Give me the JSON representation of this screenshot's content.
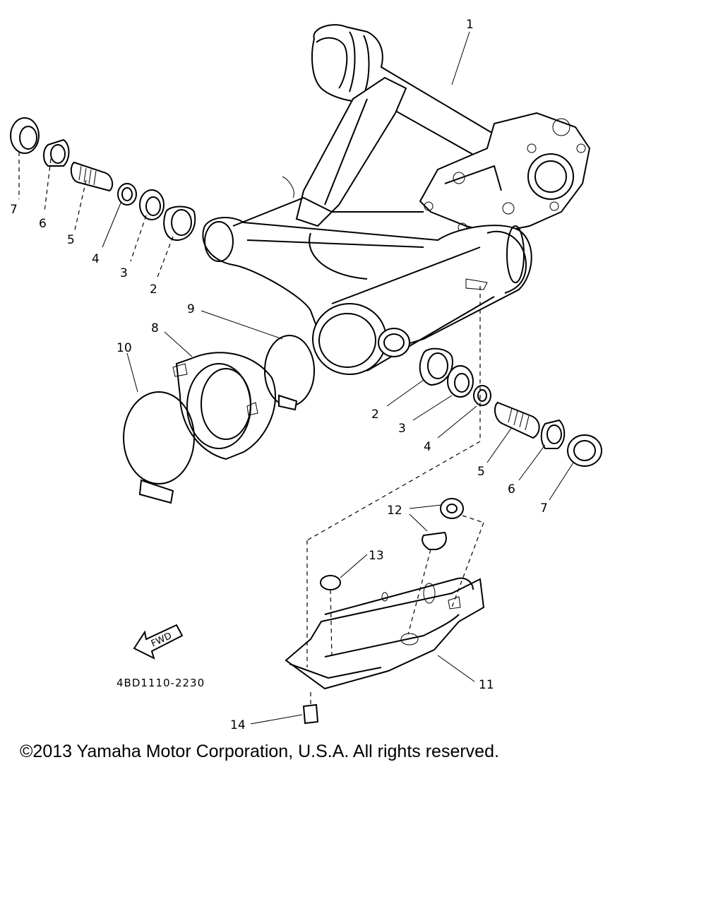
{
  "diagram": {
    "drawing_code": "4BD1110-2230",
    "direction_label": "FWD",
    "callouts": {
      "c1": "1",
      "c2a": "2",
      "c3a": "3",
      "c4a": "4",
      "c5a": "5",
      "c6a": "6",
      "c7a": "7",
      "c2b": "2",
      "c3b": "3",
      "c4b": "4",
      "c5b": "5",
      "c6b": "6",
      "c7b": "7",
      "c8": "8",
      "c9": "9",
      "c10": "10",
      "c11": "11",
      "c12": "12",
      "c13": "13",
      "c14": "14"
    }
  },
  "footer": {
    "copyright": "©2013 Yamaha Motor Corporation, U.S.A. All rights reserved."
  }
}
